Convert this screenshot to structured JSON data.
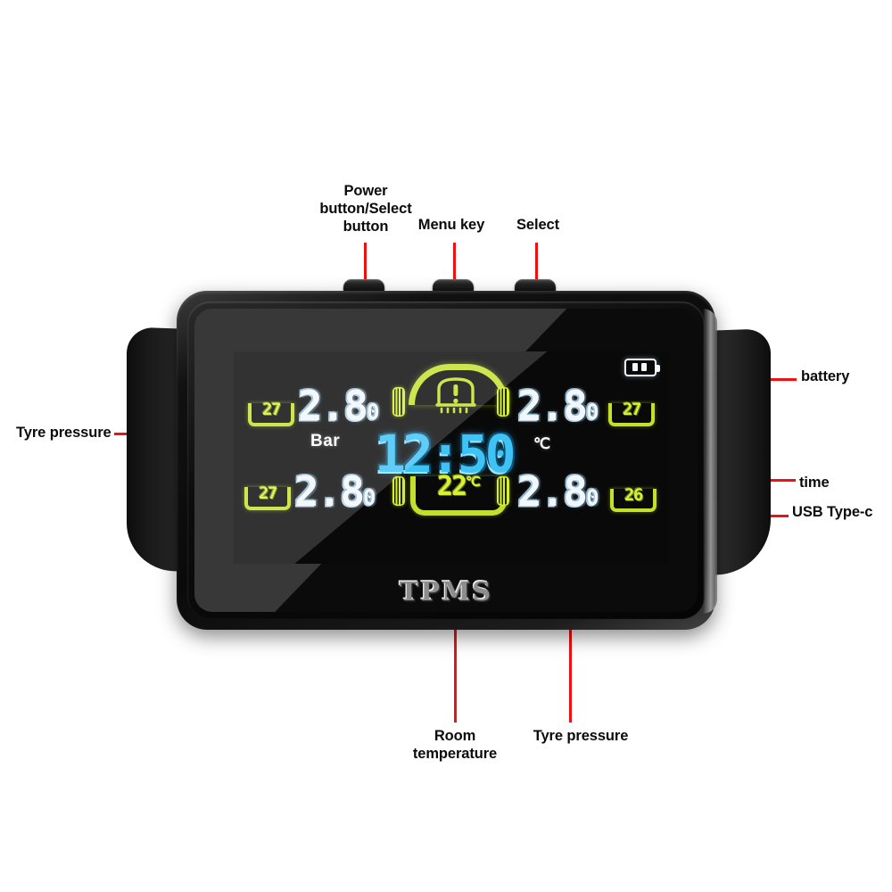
{
  "product": {
    "brand": "TPMS",
    "device_name": "tpms-tire-pressure-monitor"
  },
  "annotations": [
    {
      "id": "power-select",
      "text": "Power\nbutton/Select\nbutton"
    },
    {
      "id": "menu-key",
      "text": "Menu key"
    },
    {
      "id": "select",
      "text": "Select"
    },
    {
      "id": "battery",
      "text": "battery"
    },
    {
      "id": "time",
      "text": "time"
    },
    {
      "id": "usb-type-c",
      "text": "USB Type-c"
    },
    {
      "id": "tyre-pressure-left",
      "text": "Tyre pressure"
    },
    {
      "id": "room-temperature",
      "text": "Room\ntemperature"
    },
    {
      "id": "tyre-pressure-bottom",
      "text": "Tyre pressure"
    }
  ],
  "display": {
    "unit_pressure": "Bar",
    "unit_temperature": "℃",
    "clock": "12:50",
    "battery_level_bars": 2,
    "tyres": [
      {
        "position": "front-left",
        "pressure": "2.8",
        "pressure_decimal": "0",
        "temperature": "27"
      },
      {
        "position": "front-right",
        "pressure": "2.8",
        "pressure_decimal": "0",
        "temperature": "27"
      },
      {
        "position": "rear-left",
        "pressure": "2.8",
        "pressure_decimal": "0",
        "temperature": "27"
      },
      {
        "position": "rear-right",
        "pressure": "2.8",
        "pressure_decimal": "0",
        "temperature": "26"
      }
    ],
    "room_temperature": "22",
    "room_temperature_unit": "℃",
    "warning_icon": "tpms-low-pressure-warning"
  },
  "colors": {
    "accent_yellow_green": "#c3e02a",
    "accent_cyan": "#3fc3f5",
    "lcd_white": "#f2f7fb",
    "leader_red": "#ee1111",
    "background": "#ffffff",
    "shell_black": "#0a0a0a"
  }
}
